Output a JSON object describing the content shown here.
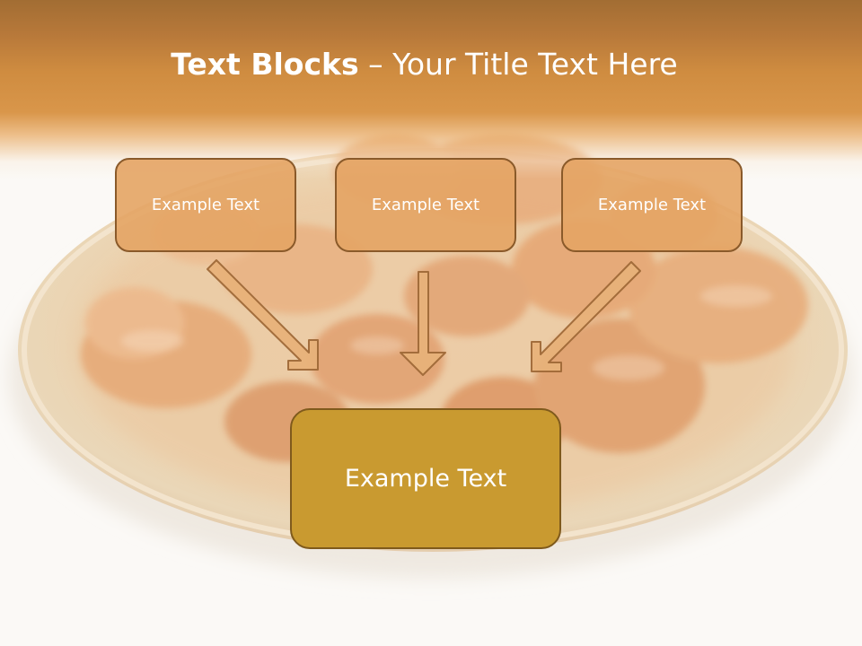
{
  "slide": {
    "title_bold": "Text Blocks",
    "title_rest": " – Your Title Text Here",
    "boxes": [
      "Example Text",
      "Example Text",
      "Example Text"
    ],
    "main_box": "Example Text"
  },
  "colors": {
    "header": "#cf8c40",
    "box_fill": "#e4a464",
    "box_border": "#8a5a2a",
    "main_box_fill": "#c99a30",
    "arrow_fill": "#e8b27a",
    "arrow_stroke": "#a06a38"
  },
  "background_image": "faded plate of dried apricots"
}
